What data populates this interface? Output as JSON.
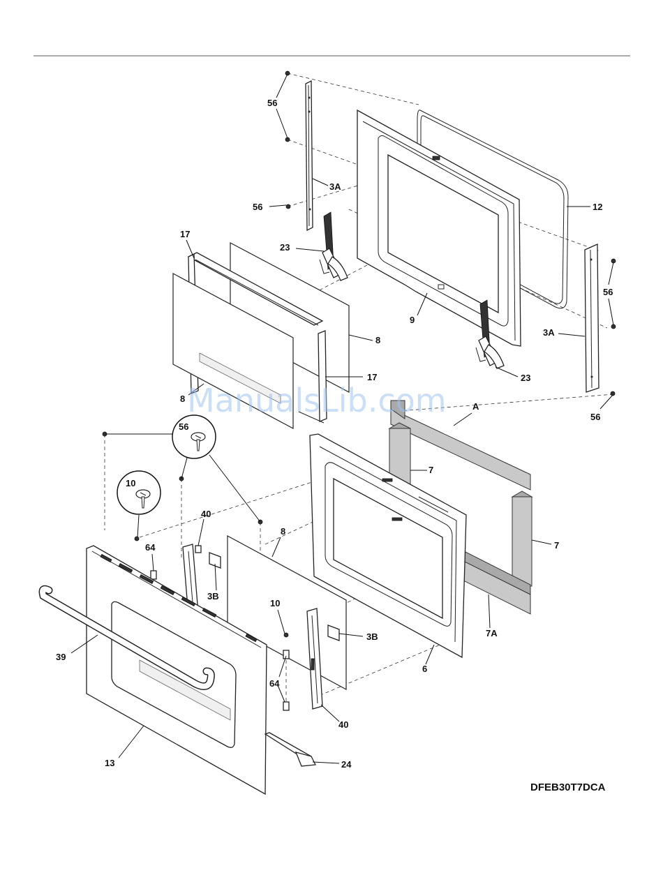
{
  "watermark": "ManualsLib.com",
  "model_code": "DFEB30T7DCA",
  "callouts": {
    "c56_top": "56",
    "c3a_left": "3A",
    "c56_left": "56",
    "c12": "12",
    "c23_left": "23",
    "c17_top": "17",
    "c9": "9",
    "c8_top": "8",
    "c56_right": "56",
    "c3a_right": "3A",
    "c17_mid": "17",
    "c23_right": "23",
    "c8_left": "8",
    "cA": "A",
    "c56_bottom_right": "56",
    "c56_circle": "56",
    "c7_top": "7",
    "c10_circle": "10",
    "c40_top": "40",
    "c8_mid": "8",
    "c7_right": "7",
    "c64_top": "64",
    "c3b_left": "3B",
    "c10_mid": "10",
    "c3b_right": "3B",
    "c7a": "7A",
    "c39": "39",
    "c64_bottom": "64",
    "c6": "6",
    "c40_bottom": "40",
    "c13": "13",
    "c24": "24"
  }
}
